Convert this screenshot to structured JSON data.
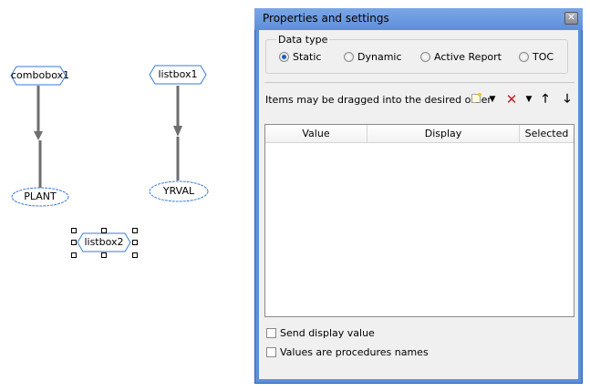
{
  "canvas": {
    "nodes": [
      {
        "label": "combobox1",
        "shape": "hexagon"
      },
      {
        "label": "listbox1",
        "shape": "hexagon"
      },
      {
        "label": "PLANT",
        "shape": "ellipse"
      },
      {
        "label": "YRVAL",
        "shape": "ellipse"
      },
      {
        "label": "listbox2",
        "shape": "hexagon",
        "selected": true
      }
    ]
  },
  "dialog": {
    "title": "Properties and settings",
    "close_icon": "close-icon",
    "data_type": {
      "legend": "Data type",
      "options": [
        "Static",
        "Dynamic",
        "Active Report",
        "TOC"
      ],
      "selected": "Static"
    },
    "drag_hint": "Items may be dragged into the desired order",
    "toolbar": {
      "icons": [
        "new-item-icon",
        "dropdown-arrow-icon",
        "delete-icon",
        "dropdown-arrow-icon",
        "move-up-icon",
        "move-down-icon"
      ]
    },
    "list": {
      "columns": [
        "Value",
        "Display",
        "Selected"
      ],
      "rows": []
    },
    "checkboxes": [
      {
        "label": "Send display value",
        "checked": false
      },
      {
        "label": "Values are procedures names",
        "checked": false
      }
    ]
  }
}
